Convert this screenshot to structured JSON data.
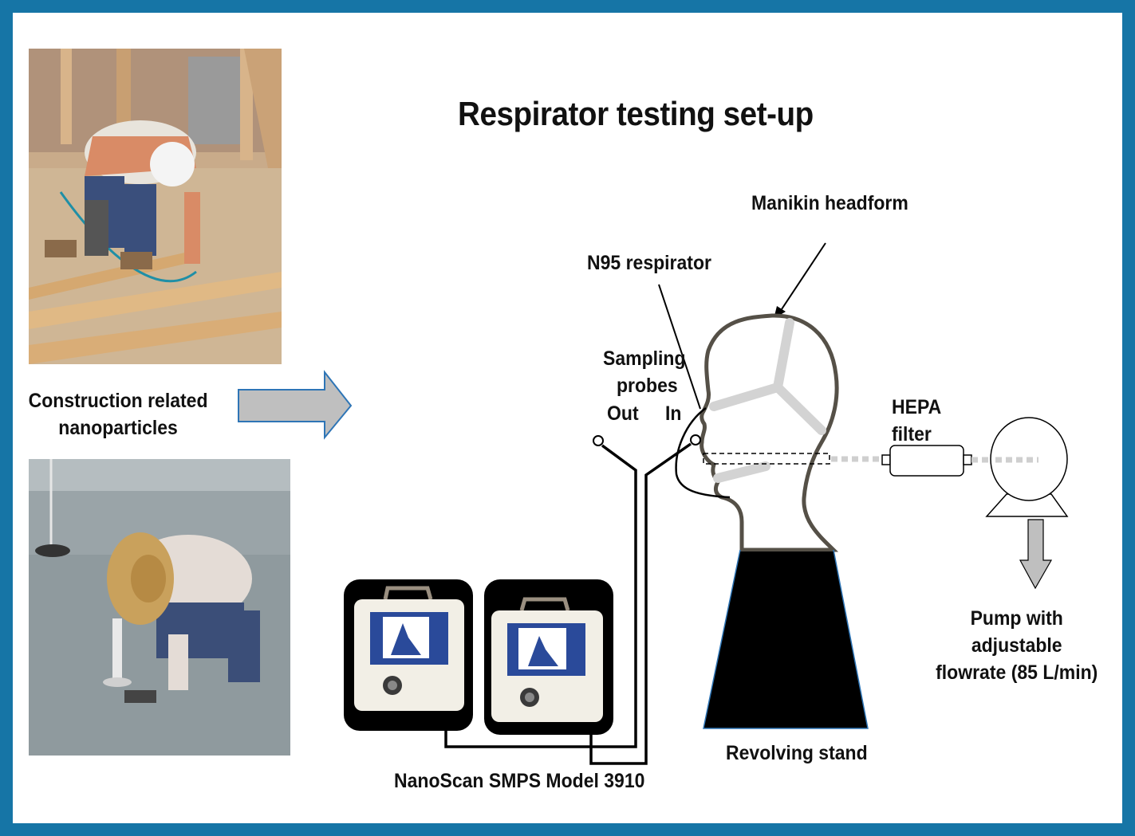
{
  "title": "Respirator testing set-up",
  "left_panel": {
    "caption_line1": "Construction related",
    "caption_line2": "nanoparticles"
  },
  "labels": {
    "manikin": "Manikin headform",
    "n95": "N95 respirator",
    "sampling_line1": "Sampling",
    "sampling_line2": "probes",
    "out": "Out",
    "in": "In",
    "hepa_line1": "HEPA",
    "hepa_line2": "filter",
    "pump_line1": "Pump with",
    "pump_line2": "adjustable",
    "pump_line3": "flowrate (85 L/min)",
    "stand": "Revolving stand",
    "nanoscan": "NanoScan SMPS Model 3910"
  },
  "colors": {
    "border": "#1675a6",
    "arrow_fill": "#bfbfbf",
    "arrow_stroke": "#2e75b6",
    "head_outline": "#555047",
    "stand": "#000000"
  }
}
